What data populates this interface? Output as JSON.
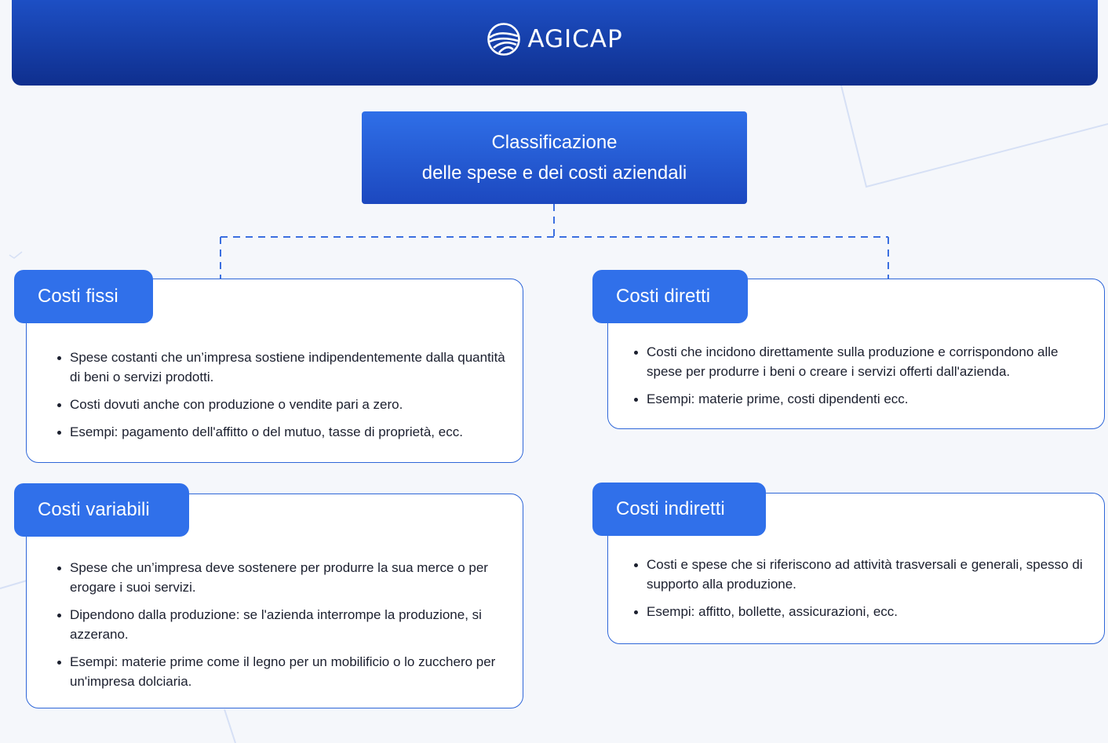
{
  "brand": {
    "name": "AGICAP",
    "logo_icon": "agicap-wave-logo-icon"
  },
  "root": {
    "line1": "Classificazione",
    "line2": "delle spese e dei costi aziendali"
  },
  "cards": [
    {
      "title": "Costi fissi",
      "bullets": [
        "Spese costanti che un’impresa sostiene indipendentemente dalla quantità di beni o servizi prodotti.",
        "Costi dovuti anche con produzione o vendite pari a zero.",
        "Esempi: pagamento dell'affitto o del mutuo, tasse di proprietà, ecc."
      ]
    },
    {
      "title": "Costi diretti",
      "bullets": [
        "Costi che incidono direttamente sulla produzione e corrispondono alle spese per produrre i beni o creare i servizi offerti dall'azienda.",
        "Esempi: materie prime, costi dipendenti ecc."
      ]
    },
    {
      "title": "Costi variabili",
      "bullets": [
        "Spese che un’impresa deve sostenere per produrre la sua merce o per erogare i suoi servizi.",
        "Dipendono dalla produzione: se l'azienda interrompe la produzione, si azzerano.",
        "Esempi: materie prime come il legno per un mobilificio o lo zucchero per un'impresa dolciaria."
      ]
    },
    {
      "title": "Costi indiretti",
      "bullets": [
        "Costi e spese che si riferiscono ad attività trasversali e generali, spesso di supporto alla produzione.",
        "Esempi: affitto, bollette, assicurazioni, ecc."
      ]
    }
  ],
  "colors": {
    "header": "#1d4fc4",
    "accent": "#3070ea",
    "connector": "#3b6fe0",
    "background": "#f5f7fb"
  }
}
